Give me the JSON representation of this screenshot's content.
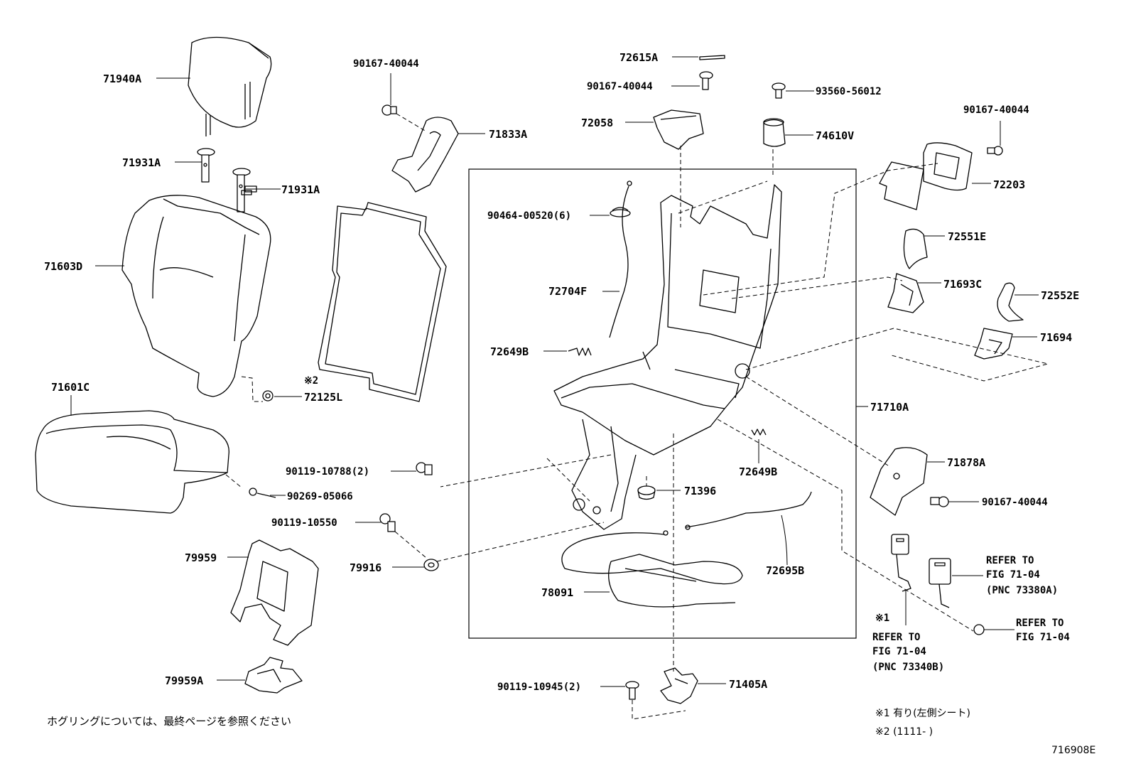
{
  "labels": {
    "p71940A": "71940A",
    "p71931A_1": "71931A",
    "p71931A_2": "71931A",
    "p71603D": "71603D",
    "p71601C": "71601C",
    "p72125L": "72125L",
    "mark2": "※2",
    "p90167_1": "90167-40044",
    "p71833A": "71833A",
    "p72615A": "72615A",
    "p90167_2": "90167-40044",
    "p72058": "72058",
    "p93560": "93560-56012",
    "p74610V": "74610V",
    "p90167_3": "90167-40044",
    "p72203": "72203",
    "p90464": "90464-00520(6)",
    "p72704F": "72704F",
    "p72649B_1": "72649B",
    "p72551E": "72551E",
    "p71693C": "71693C",
    "p72552E": "72552E",
    "p71694": "71694",
    "p71710A": "71710A",
    "p90119_10788": "90119-10788(2)",
    "p90269": "90269-05066",
    "p90119_10550": "90119-10550",
    "p79959": "79959",
    "p79916": "79916",
    "p72649B_2": "72649B",
    "p71396": "71396",
    "p71878A": "71878A",
    "p90167_4": "90167-40044",
    "p72695B": "72695B",
    "p78091": "78091",
    "p79959A": "79959A",
    "p90119_10945": "90119-10945(2)",
    "p71405A": "71405A",
    "mark1": "※1"
  },
  "refers": {
    "r1_line1": "REFER TO",
    "r1_line2": "FIG 71-04",
    "r1_line3": "(PNC 73380A)",
    "r2_line1": "REFER TO",
    "r2_line2": "FIG 71-04",
    "r3_line1": "REFER TO",
    "r3_line2": "FIG 71-04",
    "r3_line3": "(PNC 73340B)"
  },
  "notes": {
    "hog_ring": "ホグリングについては、最終ページを参照ください",
    "note1": "※1  有り(左側シート)",
    "note2": "※2  (1111-        )",
    "figure_id": "716908E"
  }
}
